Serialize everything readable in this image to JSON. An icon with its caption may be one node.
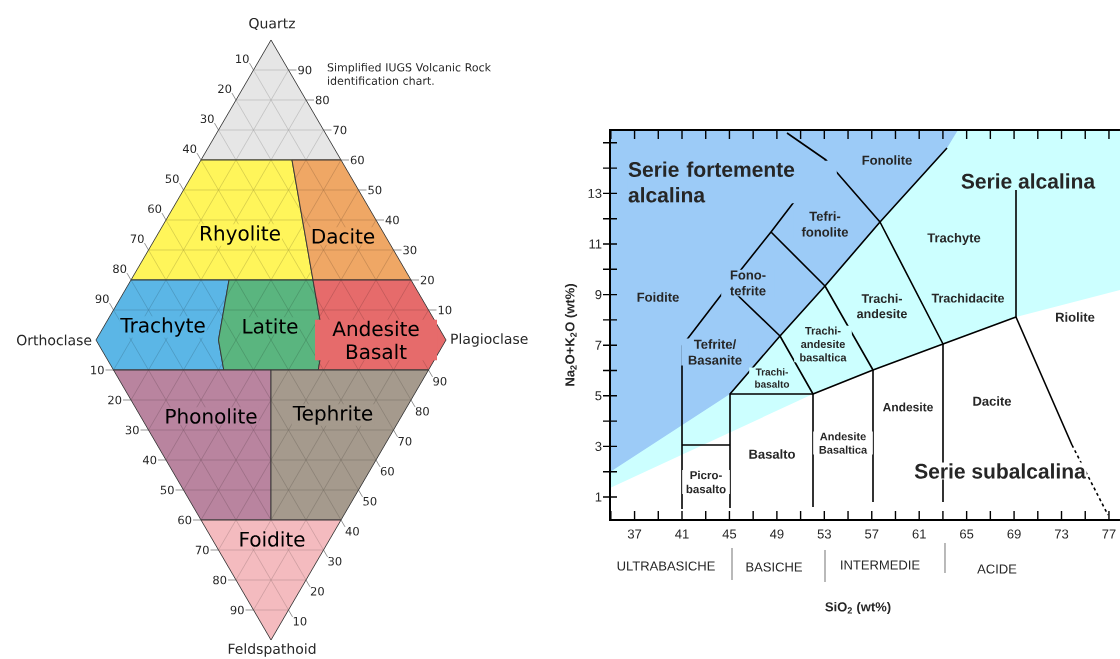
{
  "diagram": {
    "nodes": [
      {
        "text": [],
        "shape": "triangle"
      },
      {
        "text": [
          "Rhyolite"
        ]
      },
      {
        "text": [
          "Dacite"
        ]
      },
      {
        "text": [
          "Trachyte"
        ]
      },
      {
        "text": [
          "Latite"
        ]
      },
      {
        "text": [
          "Andesite Basalt"
        ]
      },
      {
        "text": [
          "Phonolite"
        ]
      },
      {
        "text": [
          "Tephrite"
        ]
      },
      {
        "text": [
          "Foidite"
        ]
      }
    ],
    "labels": [
      "Quartz",
      "Simplified IUGS Volcanic Rock identification chart.",
      "10",
      "20",
      "30",
      "40",
      "50",
      "60",
      "70",
      "80",
      "90",
      "90",
      "80",
      "70",
      "60",
      "50",
      "40",
      "30",
      "20",
      "10",
      "Orthoclase",
      "Plagioclase",
      "10",
      "20",
      "30",
      "40",
      "50",
      "60",
      "70",
      "80",
      "90",
      "90",
      "80",
      "70",
      "60",
      "50",
      "40",
      "30",
      "20",
      "10",
      "Feldspathoid",
      "Serie fortemente alcalina",
      "Fonolite",
      "Serie alcalina",
      "Tefri- fonolite",
      "Trachyte",
      "Foidite",
      "Fono- tefrite",
      "Trachi- andesite",
      "Trachidacite",
      "Riolite",
      "Tefrite/ Basanite",
      "Trachi- andesite basaltica",
      "Trachi- basalto",
      "Andesite",
      "Dacite",
      "Andesite Basaltica",
      "Basalto",
      "Serie subalcalina",
      "Picro- basalto",
      "13",
      "11",
      "9",
      "7",
      "5",
      "3",
      "1",
      "Na$_{2}$O+K$_{2}$O (wt%)",
      "37",
      "41",
      "45",
      "49",
      "53",
      "57",
      "61",
      "65",
      "69",
      "73",
      "77",
      "ULTRABASICHE",
      "BASICHE",
      "INTERMEDIE",
      "ACIDE",
      "SiO$_{2}$ (wt%)"
    ]
  }
}
